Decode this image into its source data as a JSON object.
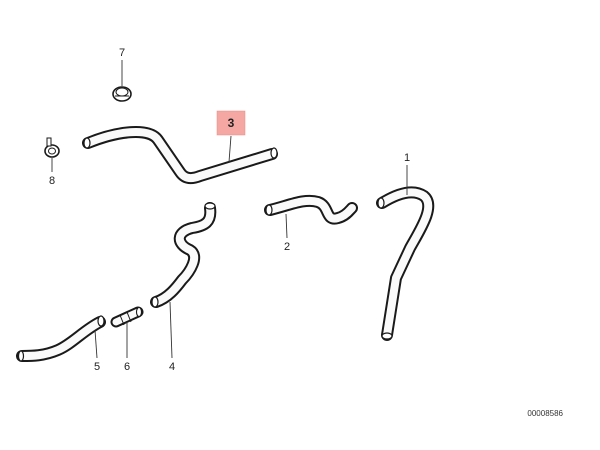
{
  "colors": {
    "highlight": "#f4a7a3",
    "line": "#1a1a1a",
    "background": "#ffffff"
  },
  "parts": [
    {
      "number": "1",
      "type": "hose"
    },
    {
      "number": "2",
      "type": "hose"
    },
    {
      "number": "3",
      "type": "hose",
      "highlighted": true
    },
    {
      "number": "4",
      "type": "hose"
    },
    {
      "number": "5",
      "type": "hose"
    },
    {
      "number": "6",
      "type": "connector"
    },
    {
      "number": "7",
      "type": "hose-clamp"
    },
    {
      "number": "8",
      "type": "hose-clamp"
    }
  ],
  "diagram_ref": "00008586"
}
